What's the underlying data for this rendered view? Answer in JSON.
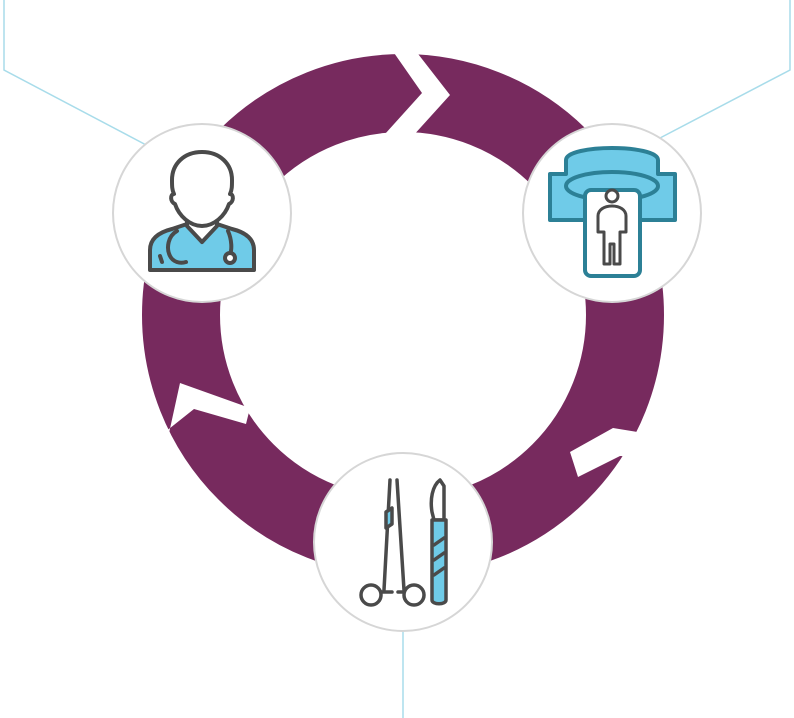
{
  "colors": {
    "ring": "#772a5e",
    "connector": "#a8dcea",
    "node_border": "#d6d6d6",
    "icon_fill": "#6fcbe8",
    "icon_stroke": "#4a4a4a",
    "scanner_stroke": "#2c8096"
  },
  "nodes": [
    {
      "id": "physician",
      "icon": "doctor-icon"
    },
    {
      "id": "imaging",
      "icon": "mri-scanner-icon"
    },
    {
      "id": "surgery",
      "icon": "surgical-tools-icon"
    }
  ]
}
